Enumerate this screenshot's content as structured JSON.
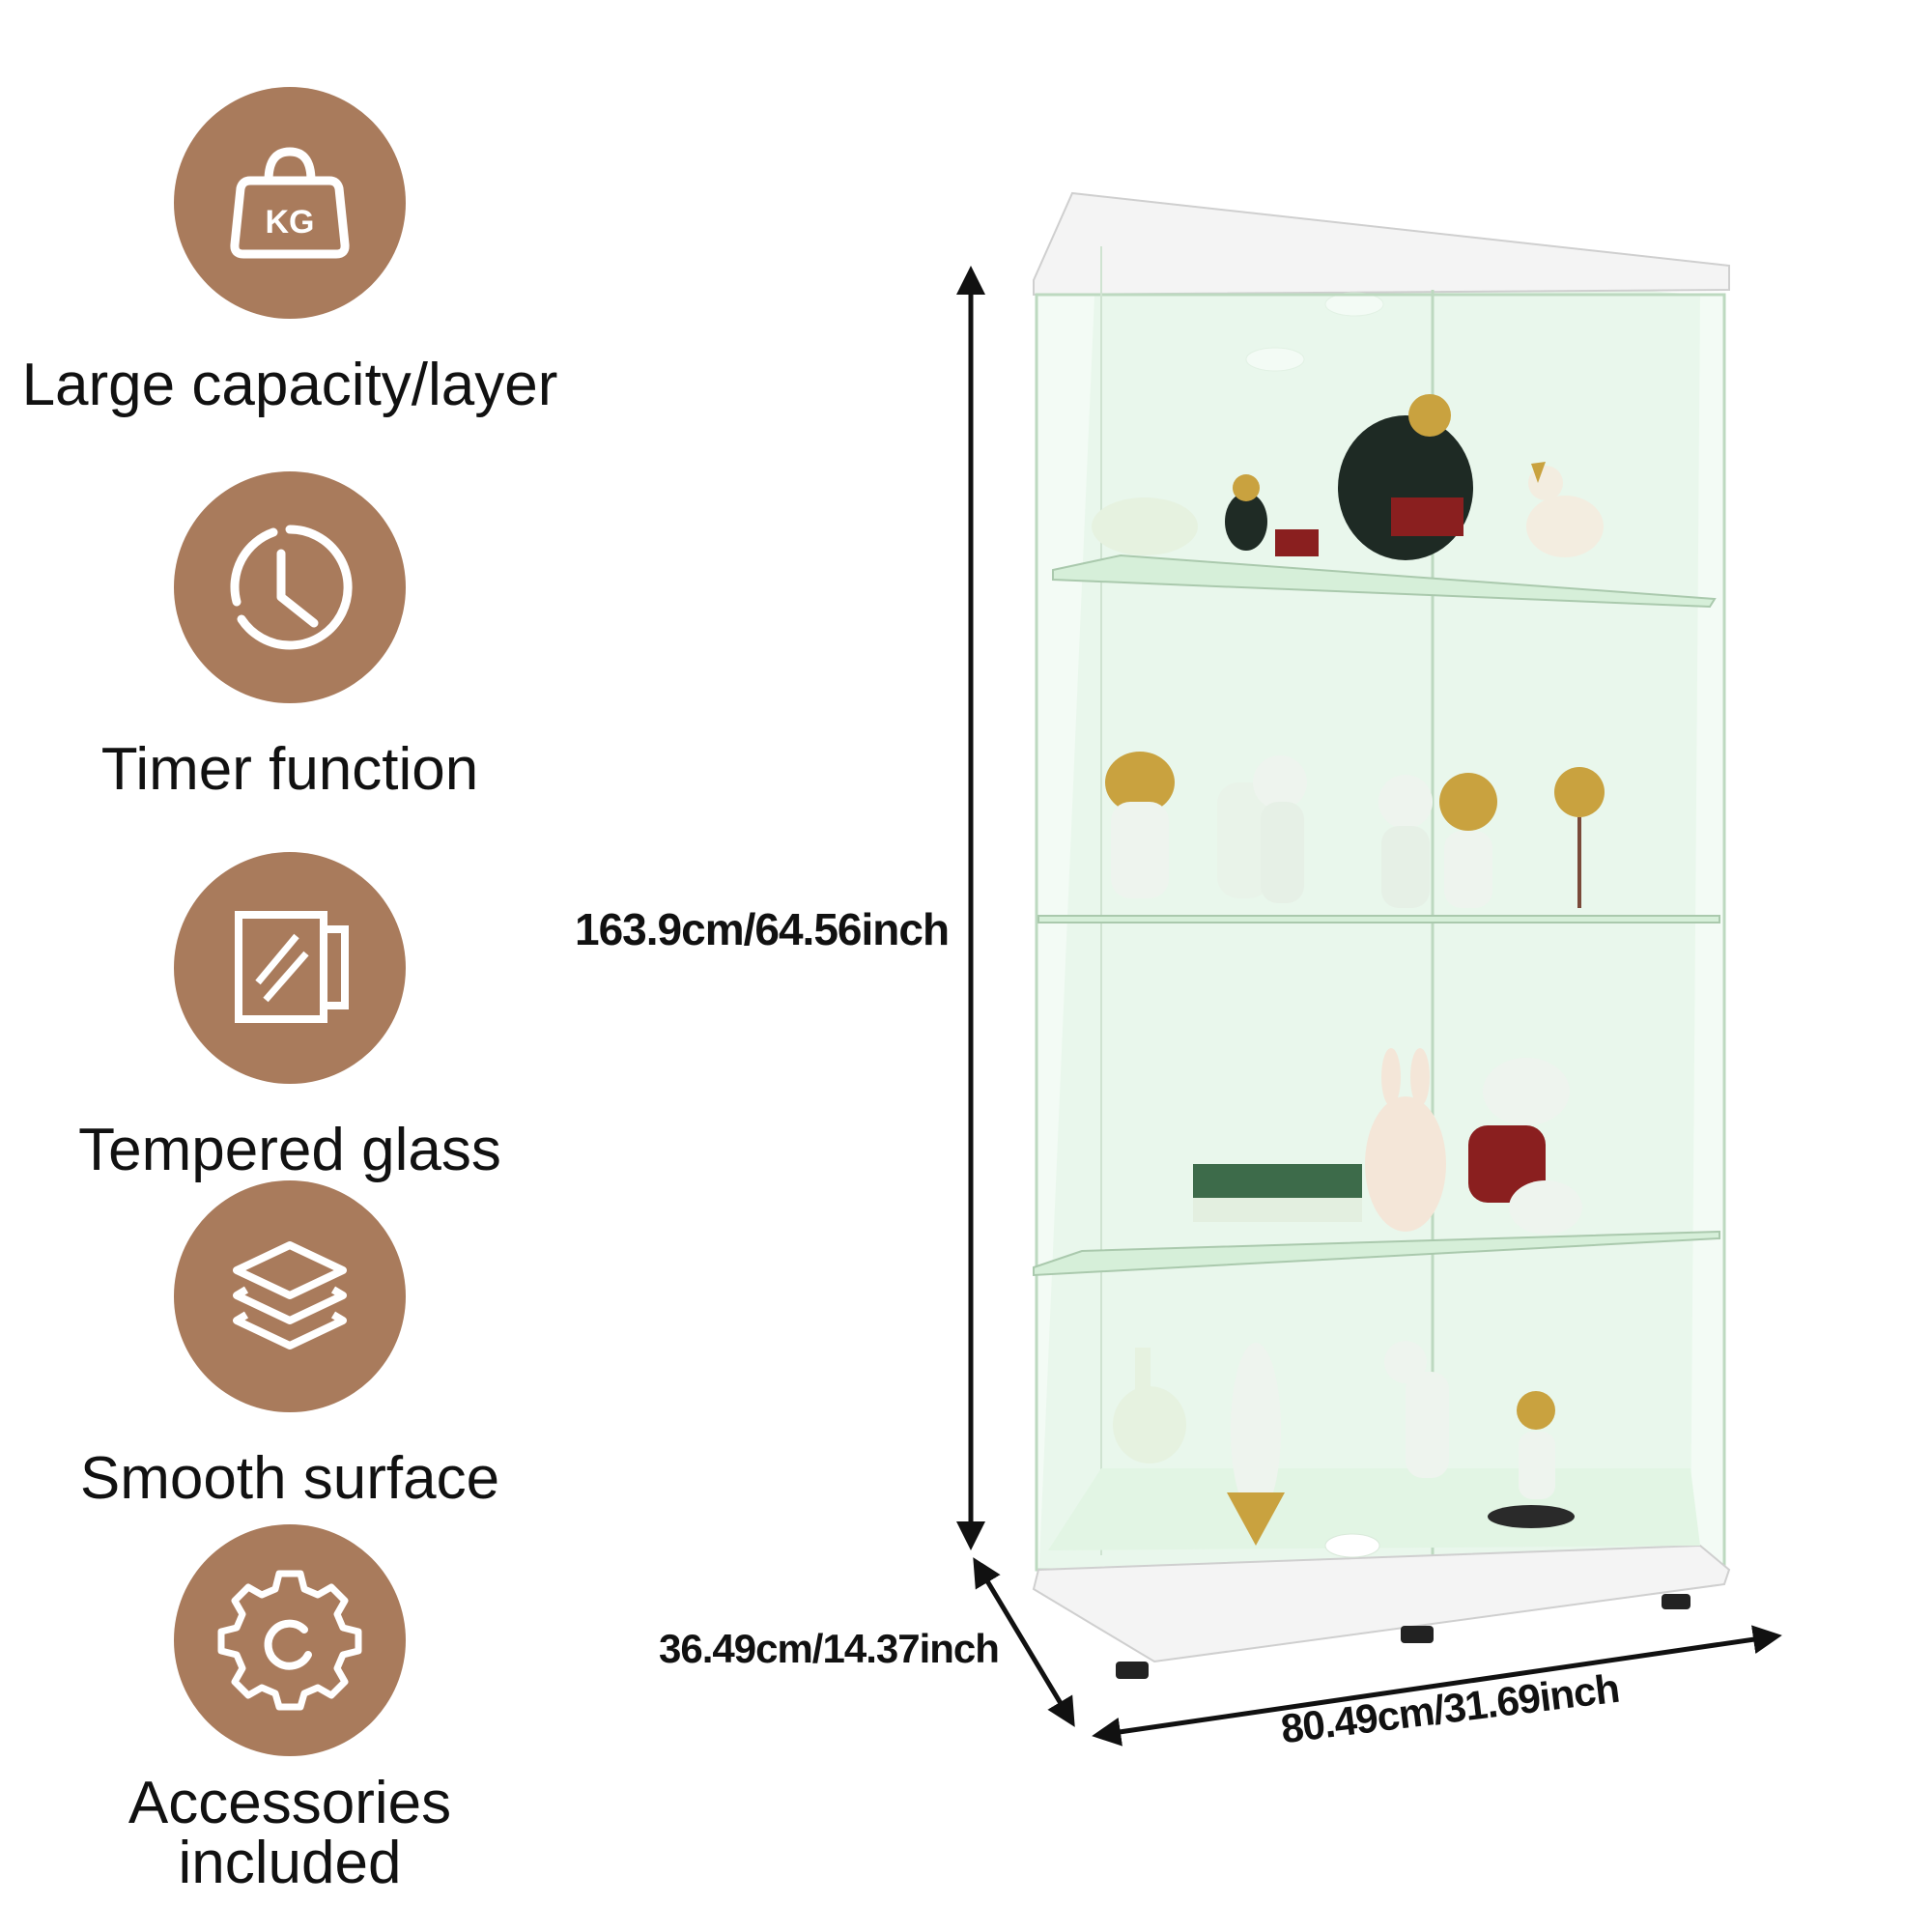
{
  "features": [
    {
      "label": "Large capacity/layer",
      "icon": "weight-kg-icon",
      "icon_text": "KG"
    },
    {
      "label": "Timer function",
      "icon": "clock-timer-icon"
    },
    {
      "label": "Tempered glass",
      "icon": "glass-panel-icon"
    },
    {
      "label": "Smooth surface",
      "icon": "layers-icon"
    },
    {
      "label": "Accessories included",
      "label_line1": "Accessories",
      "label_line2": "included",
      "icon": "gear-icon"
    }
  ],
  "dimensions": {
    "height": "163.9cm/64.56inch",
    "depth": "36.49cm/14.37inch",
    "width": "80.49cm/31.69inch"
  },
  "colors": {
    "icon_circle": "#a97b5c",
    "icon_stroke": "#ffffff",
    "text": "#111111",
    "glass_tint": "#e3f6e6",
    "frame": "#f2f2f2"
  }
}
